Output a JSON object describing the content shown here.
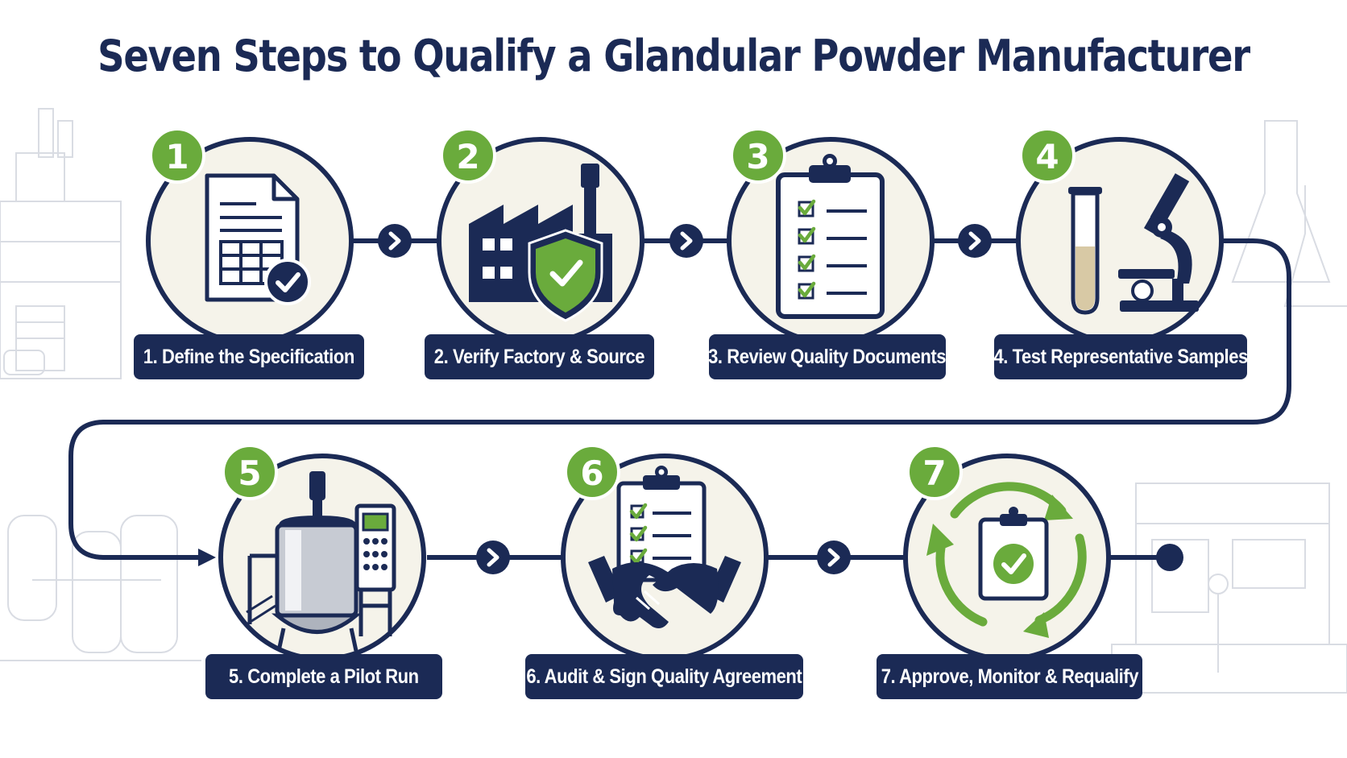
{
  "title": "Seven Steps to Qualify a Glandular Powder Manufacturer",
  "colors": {
    "navy": "#1b2a55",
    "green": "#6aab3c",
    "circle_fill": "#f5f3ea",
    "background": "#ffffff"
  },
  "steps": [
    {
      "number": "1",
      "label": "1. Define the Specification",
      "icon": "specification-document-icon"
    },
    {
      "number": "2",
      "label": "2. Verify Factory & Source",
      "icon": "factory-shield-icon"
    },
    {
      "number": "3",
      "label": "3. Review Quality Documents",
      "icon": "clipboard-checklist-icon"
    },
    {
      "number": "4",
      "label": "4. Test Representative Samples",
      "icon": "test-tube-microscope-icon"
    },
    {
      "number": "5",
      "label": "5. Complete a Pilot Run",
      "icon": "pilot-tank-icon"
    },
    {
      "number": "6",
      "label": "6. Audit & Sign Quality Agreement",
      "icon": "handshake-checklist-icon"
    },
    {
      "number": "7",
      "label": "7. Approve, Monitor & Requalify",
      "icon": "requalify-cycle-icon"
    }
  ]
}
